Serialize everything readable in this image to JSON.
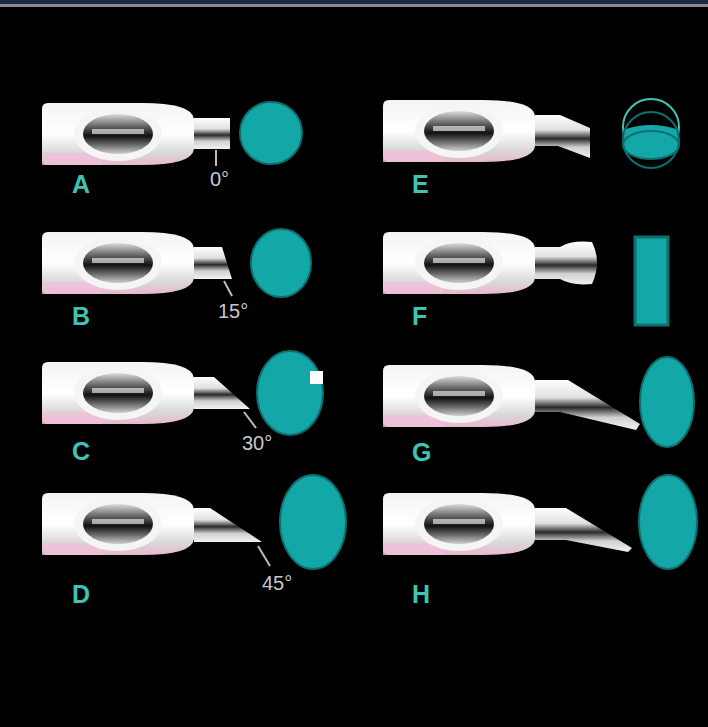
{
  "diagram": {
    "labels": [
      "A",
      "0°",
      "E",
      "B",
      "15°",
      "F",
      "C",
      "30°",
      "G",
      "D",
      "45°",
      "H"
    ]
  }
}
